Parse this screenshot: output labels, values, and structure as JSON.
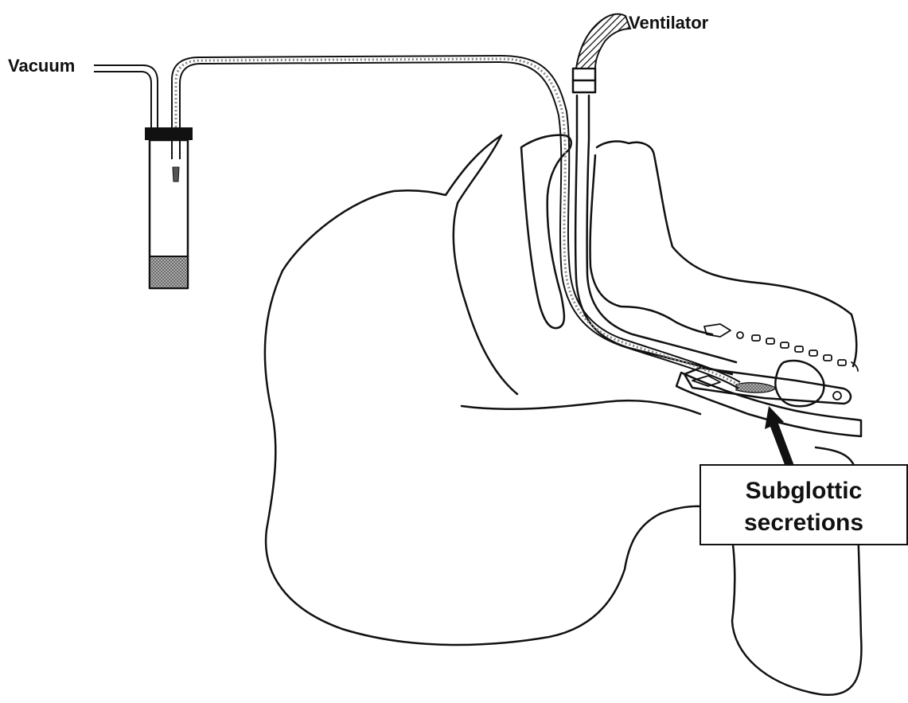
{
  "labels": {
    "vacuum": "Vacuum",
    "ventilator": "Ventilator",
    "callout_line1": "Subglottic",
    "callout_line2": "secretions"
  },
  "colors": {
    "line": "#111111",
    "background": "#ffffff"
  }
}
